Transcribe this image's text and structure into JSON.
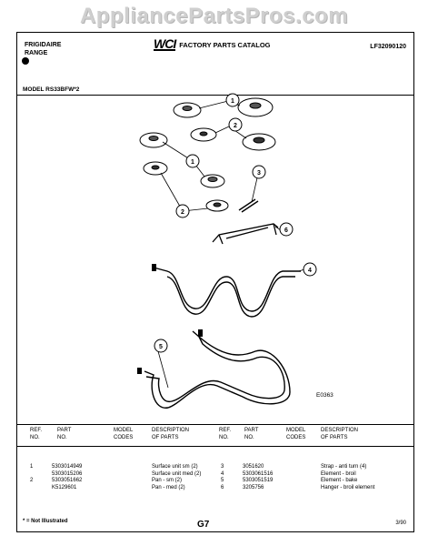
{
  "watermark": "AppliancePartsPros.com",
  "header": {
    "brand_line1": "FRIGIDAIRE",
    "brand_line2": "RANGE",
    "logo_text": "WCI",
    "catalog_title": "FACTORY PARTS CATALOG",
    "catalog_number": "LF32090120"
  },
  "model_label": "MODEL RS33BFW*2",
  "diagram_code": "E0363",
  "callouts": [
    "1",
    "2",
    "1",
    "2",
    "3",
    "6",
    "4",
    "5"
  ],
  "table": {
    "headers": {
      "ref": "REF.\nNO.",
      "part": "PART\nNO.",
      "model": "MODEL\nCODES",
      "desc": "DESCRIPTION\nOF PARTS"
    },
    "left_rows": [
      {
        "ref": "1",
        "part": "5303014949",
        "desc": "Surface unit sm (2)"
      },
      {
        "ref": "",
        "part": "5303015206",
        "desc": "Surface unit med (2)"
      },
      {
        "ref": "2",
        "part": "5303051662",
        "desc": "Pan - sm (2)"
      },
      {
        "ref": "",
        "part": "K5129601",
        "desc": "Pan - med (2)"
      }
    ],
    "right_rows": [
      {
        "ref": "3",
        "part": "3051620",
        "desc": "Strap - anti turn (4)"
      },
      {
        "ref": "4",
        "part": "5303061516",
        "desc": "Element - broil"
      },
      {
        "ref": "5",
        "part": "5303051519",
        "desc": "Element - bake"
      },
      {
        "ref": "6",
        "part": "3205756",
        "desc": "Hanger - broil element"
      }
    ]
  },
  "footer": {
    "footnote": "* = Not Illustrated",
    "page_number": "G7",
    "date": "3/90"
  }
}
